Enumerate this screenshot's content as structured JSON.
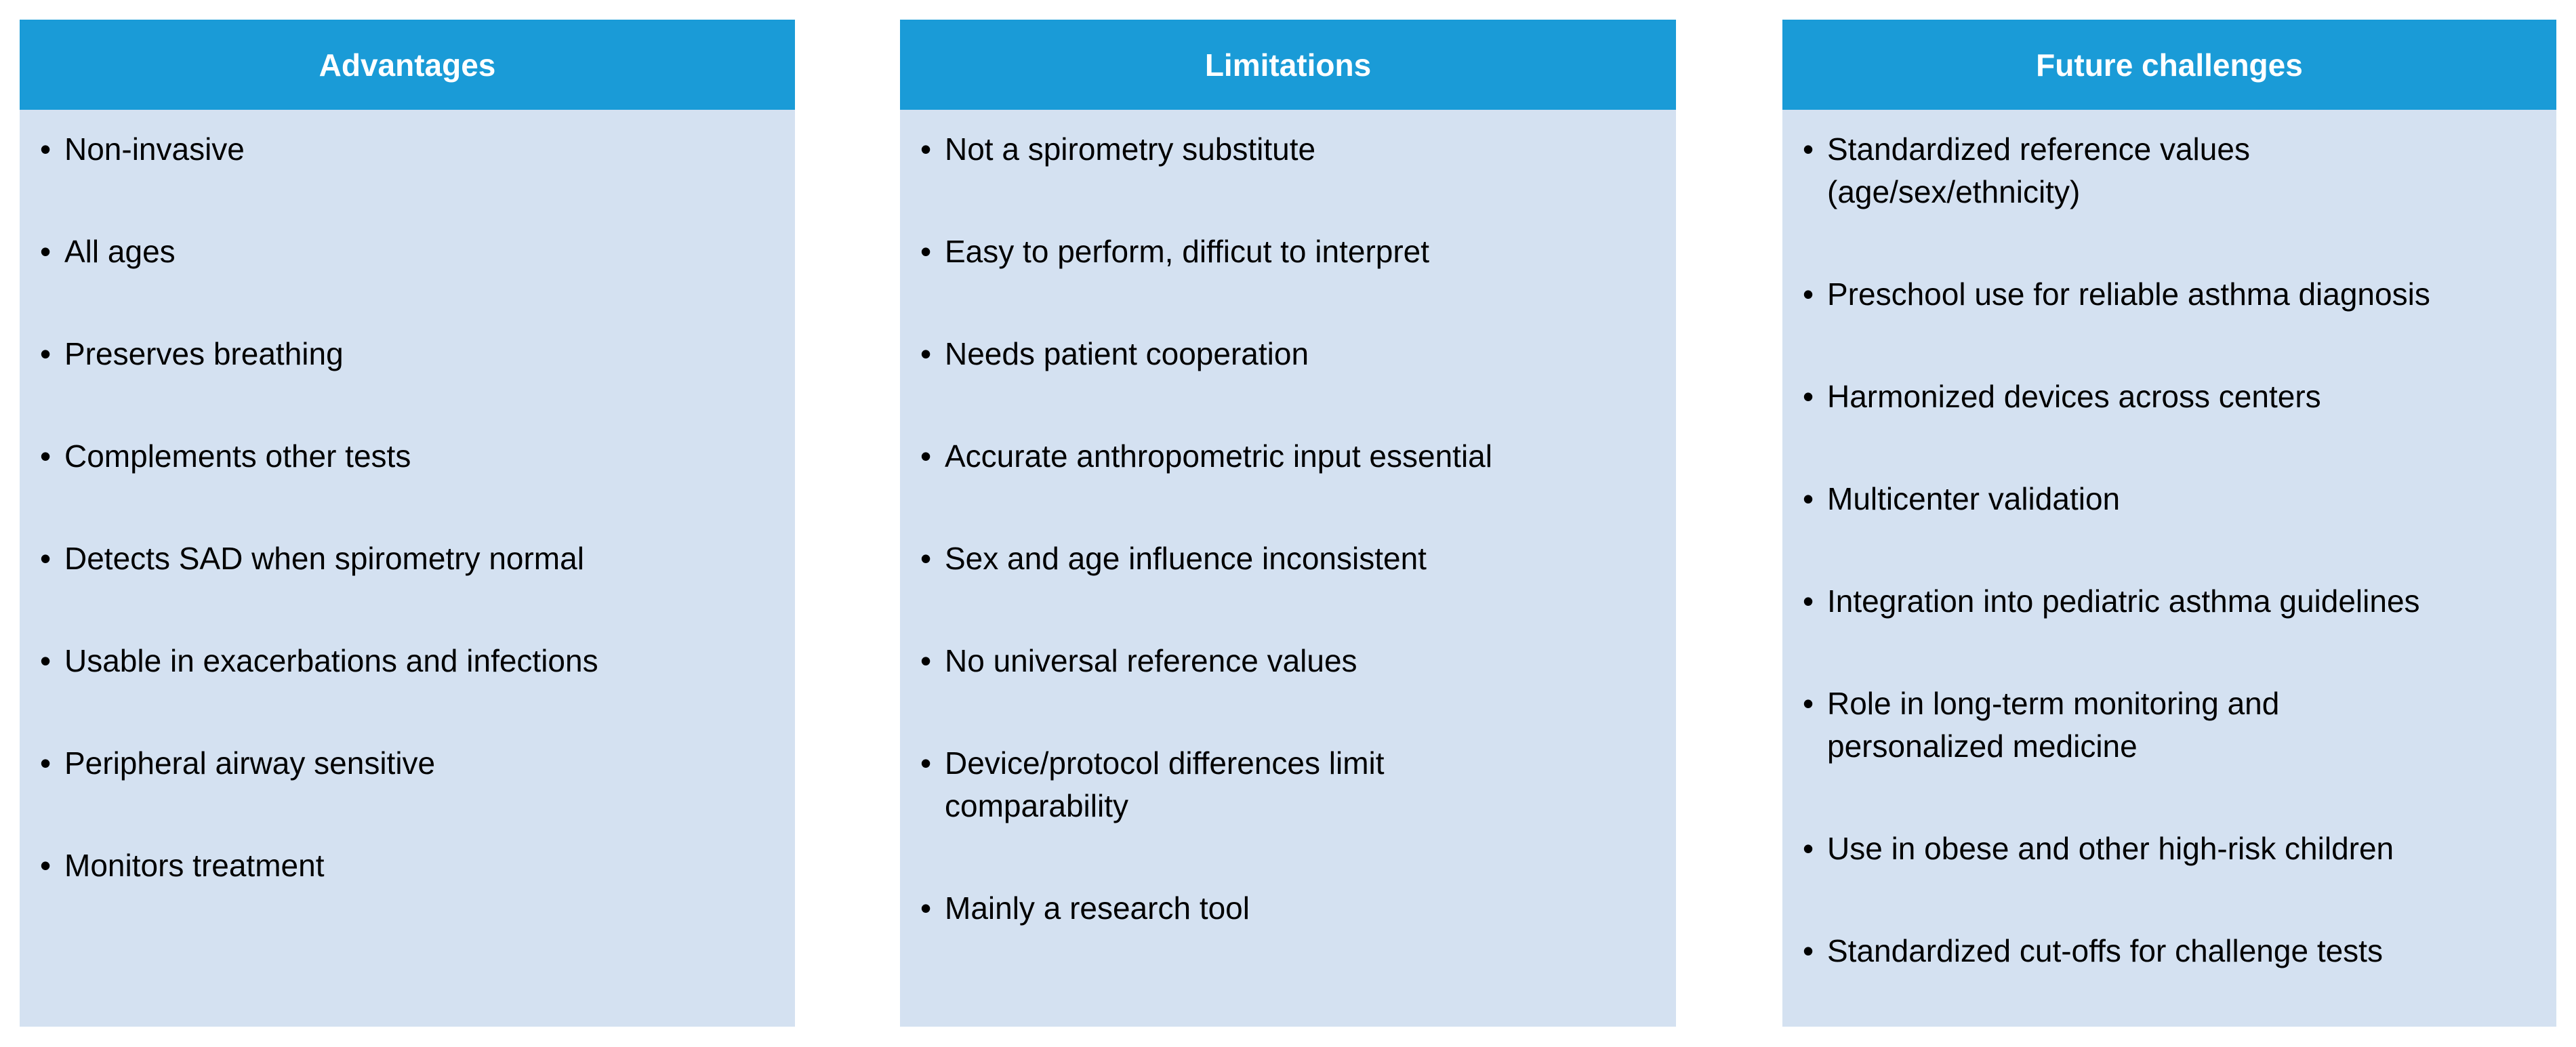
{
  "colors": {
    "header": "#1a9bd7",
    "panel": "#d4e1f1",
    "header_text": "#ffffff"
  },
  "columns": [
    {
      "title": "Advantages",
      "items": [
        [
          "Non-invasive"
        ],
        [
          "All ages"
        ],
        [
          "Preserves breathing"
        ],
        [
          "Complements other tests"
        ],
        [
          "Detects SAD when spirometry normal"
        ],
        [
          "Usable in exacerbations and infections"
        ],
        [
          "Peripheral airway sensitive"
        ],
        [
          "Monitors treatment"
        ]
      ]
    },
    {
      "title": "Limitations",
      "items": [
        [
          "Not a spirometry substitute"
        ],
        [
          "Easy to perform,  difficut to interpret"
        ],
        [
          "Needs patient cooperation"
        ],
        [
          "Accurate anthropometric input essential"
        ],
        [
          "Sex and age influence inconsistent"
        ],
        [
          "No universal reference values"
        ],
        [
          "Device/protocol differences limit",
          "comparability"
        ],
        [
          "Mainly a research tool"
        ]
      ]
    },
    {
      "title": "Future challenges",
      "items": [
        [
          "Standardized reference values",
          "(age/sex/ethnicity)"
        ],
        [
          "Preschool use for reliable asthma diagnosis"
        ],
        [
          "Harmonized devices across centers"
        ],
        [
          "Multicenter validation"
        ],
        [
          "Integration into pediatric asthma guidelines"
        ],
        [
          "Role in long-term monitoring and",
          "personalized medicine"
        ],
        [
          "Use in obese and other high-risk children"
        ],
        [
          "Standardized cut-offs for challenge tests"
        ]
      ]
    }
  ]
}
